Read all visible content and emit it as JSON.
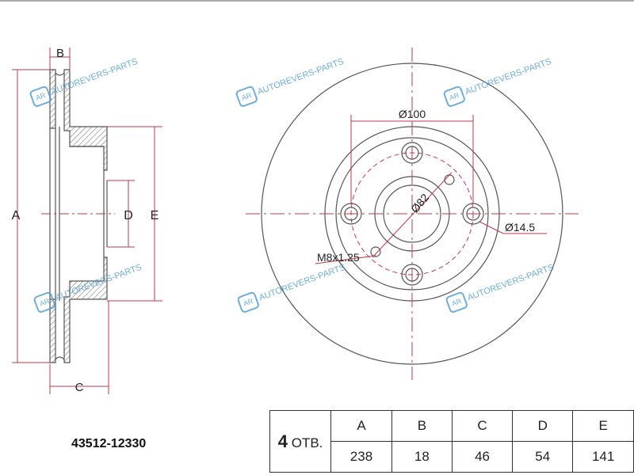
{
  "part_number": "43512-12330",
  "labels": {
    "A": "A",
    "B": "B",
    "C": "C",
    "D": "D",
    "E": "E",
    "pcd": "Ø100",
    "hub": "Ø82",
    "hole": "Ø14.5",
    "thread": "M8x1.25"
  },
  "table": {
    "holes_count": "4",
    "holes_suffix": "ОТВ.",
    "headers": [
      "A",
      "B",
      "C",
      "D",
      "E"
    ],
    "values": [
      "238",
      "18",
      "46",
      "54",
      "141"
    ]
  },
  "watermark": {
    "text": "AUTOREVERS-PARTS",
    "logo": "AR"
  },
  "colors": {
    "line": "#555555",
    "dim": "#c0394b",
    "watermark": "#4a9ad8"
  }
}
